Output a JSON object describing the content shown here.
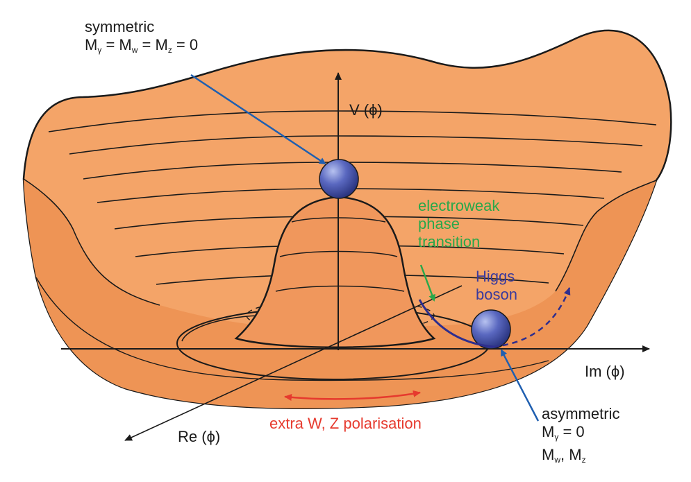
{
  "labels": {
    "symmetric": "symmetric",
    "asymmetric": "asymmetric",
    "v_axis": "V (ϕ)",
    "im_axis": "Im (ϕ)",
    "re_axis": "Re (ϕ)",
    "ewpt_line1": "electroweak",
    "ewpt_line2": "phase",
    "ewpt_line3": "transition",
    "higgs_line1": "Higgs",
    "higgs_line2": "boson",
    "extra_pol": "extra W, Z polarisation"
  },
  "formulas": {
    "sym_m": "M",
    "sym_gamma": "γ",
    "sym_eq1": " = M",
    "sym_w": "w",
    "sym_eq2": " = M",
    "sym_z": "z",
    "sym_eq3": " = 0",
    "asym_m1": "M",
    "asym_gamma": "γ",
    "asym_eq": " = 0",
    "asym_m2": "M",
    "asym_w": "w",
    "asym_comma": ", M",
    "asym_z": "z"
  },
  "colors": {
    "surface": "#f4a468",
    "surface_dark": "#e98a4c",
    "outline": "#1a1a1a",
    "ball": "#5a68c0",
    "annotation_blue": "#1f5fb0",
    "green": "#2aa84a",
    "higgs_path": "#2e2e8e",
    "red": "#e63a2e"
  }
}
